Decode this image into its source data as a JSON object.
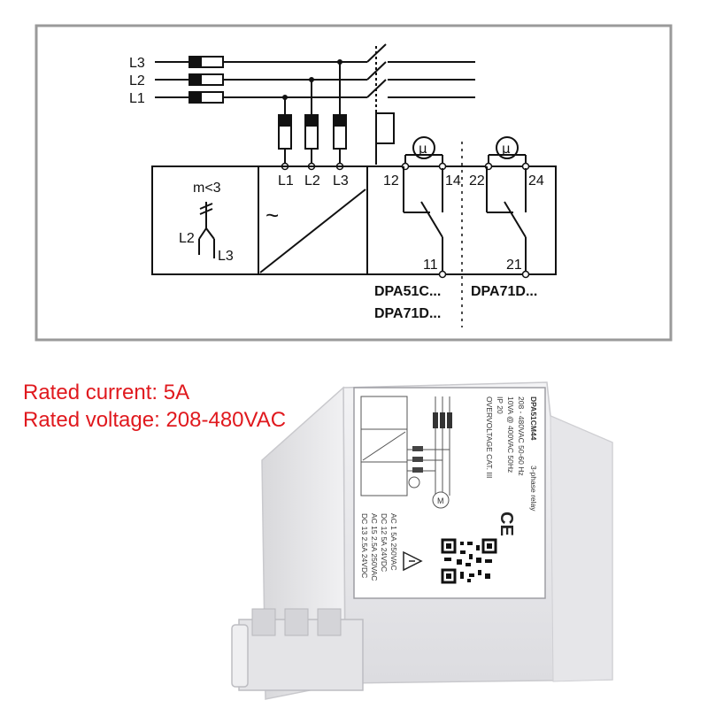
{
  "diagram": {
    "phases": [
      "L3",
      "L2",
      "L1"
    ],
    "terminal_labels": [
      "L1",
      "L2",
      "L3"
    ],
    "asymmetry_label": "m<3",
    "asym_phase_left": "L2",
    "asym_phase_right": "L3",
    "converter_symbol": "~",
    "relay_symbol": "μ",
    "contacts_a": [
      "12",
      "14",
      "11"
    ],
    "contacts_b": [
      "22",
      "24",
      "21"
    ],
    "model_a": [
      "DPA51C...",
      "DPA71D..."
    ],
    "model_b": "DPA71D..."
  },
  "specs": {
    "current": "Rated current: 5A",
    "voltage": "Rated voltage: 208-480VAC"
  },
  "device_label": {
    "model": "DPA51CM44",
    "type": "3-phase relay",
    "voltage": "208 - 480VAC 50-60 Hz",
    "power": "10VA @ 400VAC 50Hz",
    "ip": "IP 20",
    "overvoltage": "OVERVOLTAGE CAT. III",
    "ratings": [
      "AC 1 5A 250VAC",
      "DC 12 5A 24VDC",
      "AC 15 2.5A 250VAC",
      "DC 13 2.5A 24VDC"
    ],
    "ce_mark": "CE"
  },
  "colors": {
    "frame": "#9a9a9a",
    "spec_text": "#e0191e",
    "device_body": "#e9e9eb"
  }
}
